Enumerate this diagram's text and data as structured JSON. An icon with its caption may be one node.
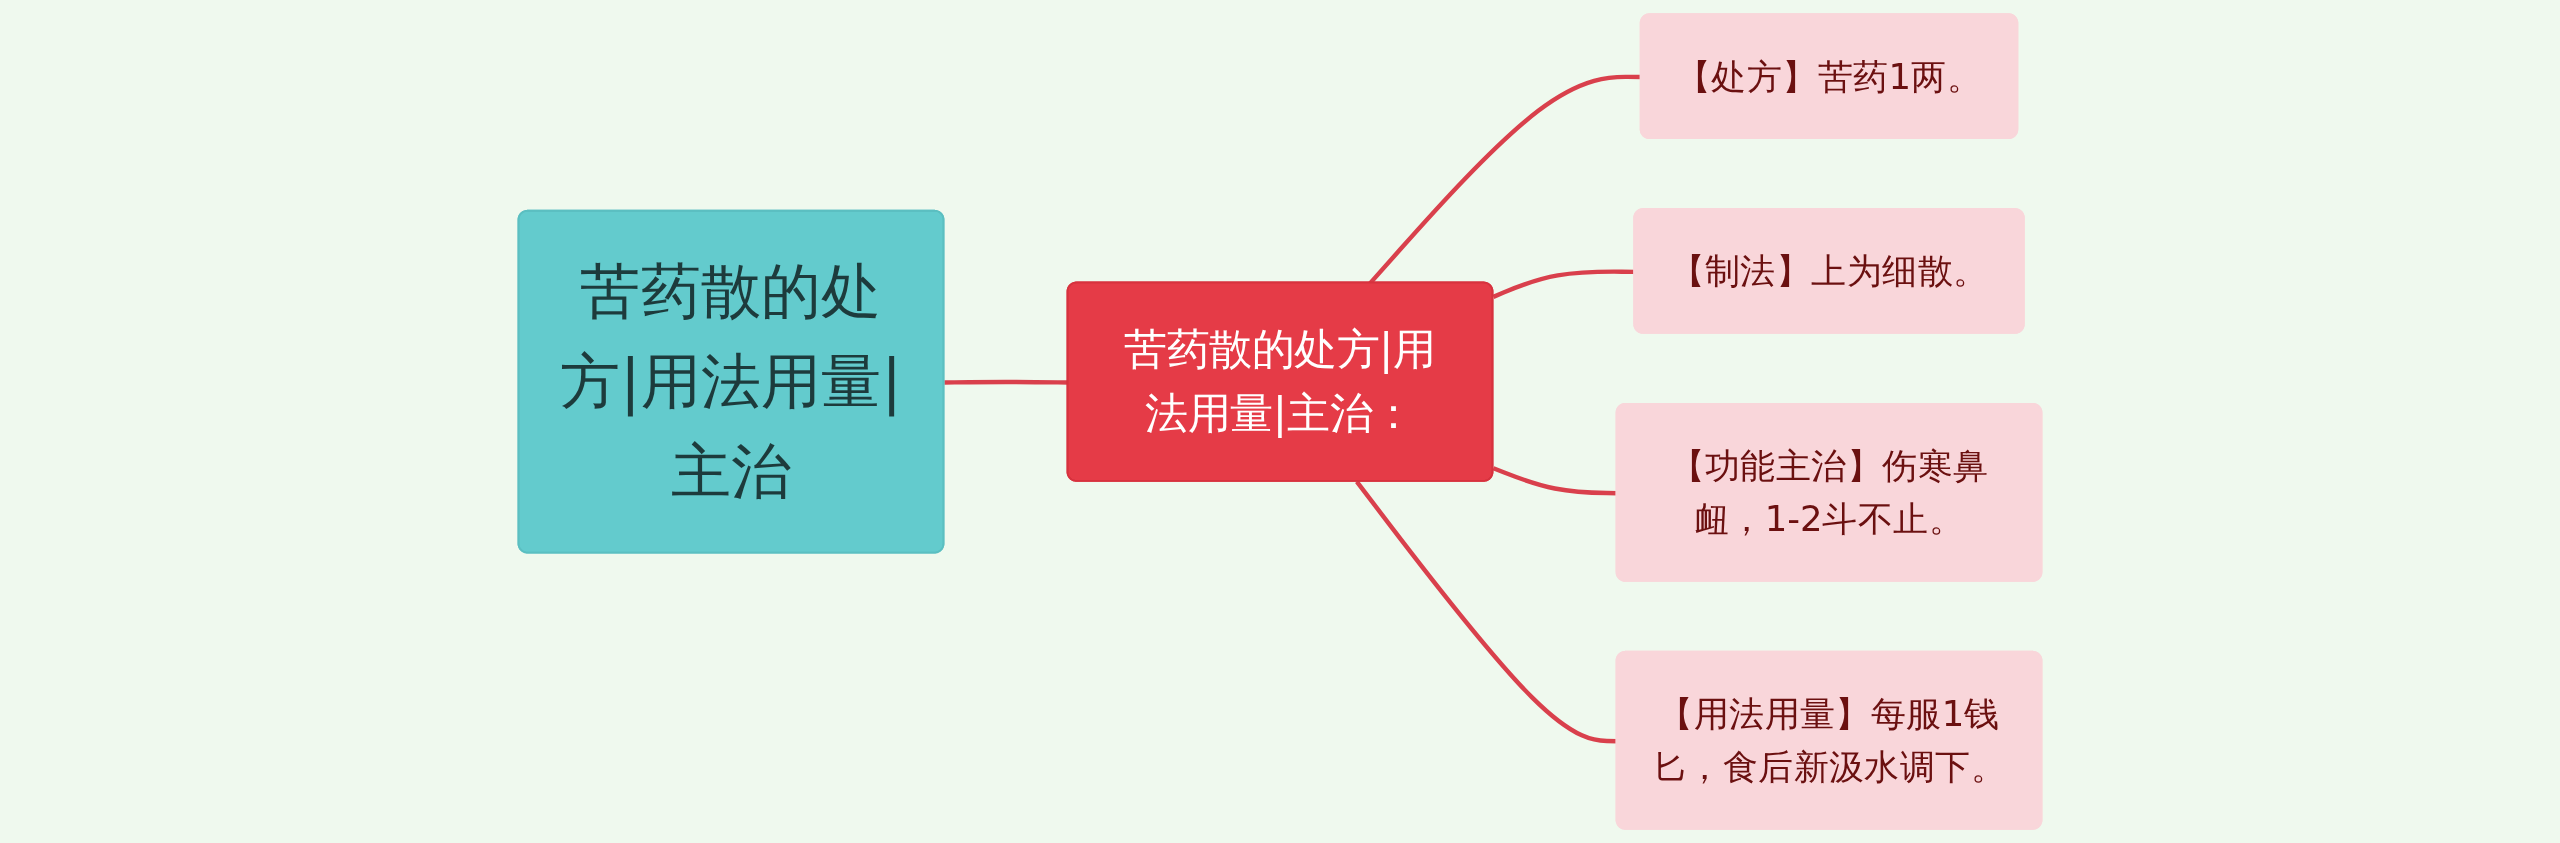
{
  "diagram": {
    "nodes": [
      {
        "text": [
          "苦药散的处方|用法用量|主治"
        ]
      },
      {
        "text": [
          "苦药散的处方|用法用量|主治："
        ]
      },
      {
        "text": [
          "【处方】苦药1两。"
        ]
      },
      {
        "text": [
          "【制法】上为细散。"
        ]
      },
      {
        "text": [
          "【功能主治】伤寒鼻衄，1-2斗不止。"
        ]
      },
      {
        "text": [
          "【用法用量】每服1钱匕，食后新汲水调下。"
        ]
      }
    ],
    "edges": [
      {
        "from": 0,
        "to": 1,
        "arrow": "none"
      },
      {
        "from": 1,
        "to": 2,
        "arrow": "none"
      },
      {
        "from": 1,
        "to": 3,
        "arrow": "none"
      },
      {
        "from": 1,
        "to": 4,
        "arrow": "none"
      },
      {
        "from": 1,
        "to": 5,
        "arrow": "none"
      }
    ]
  }
}
